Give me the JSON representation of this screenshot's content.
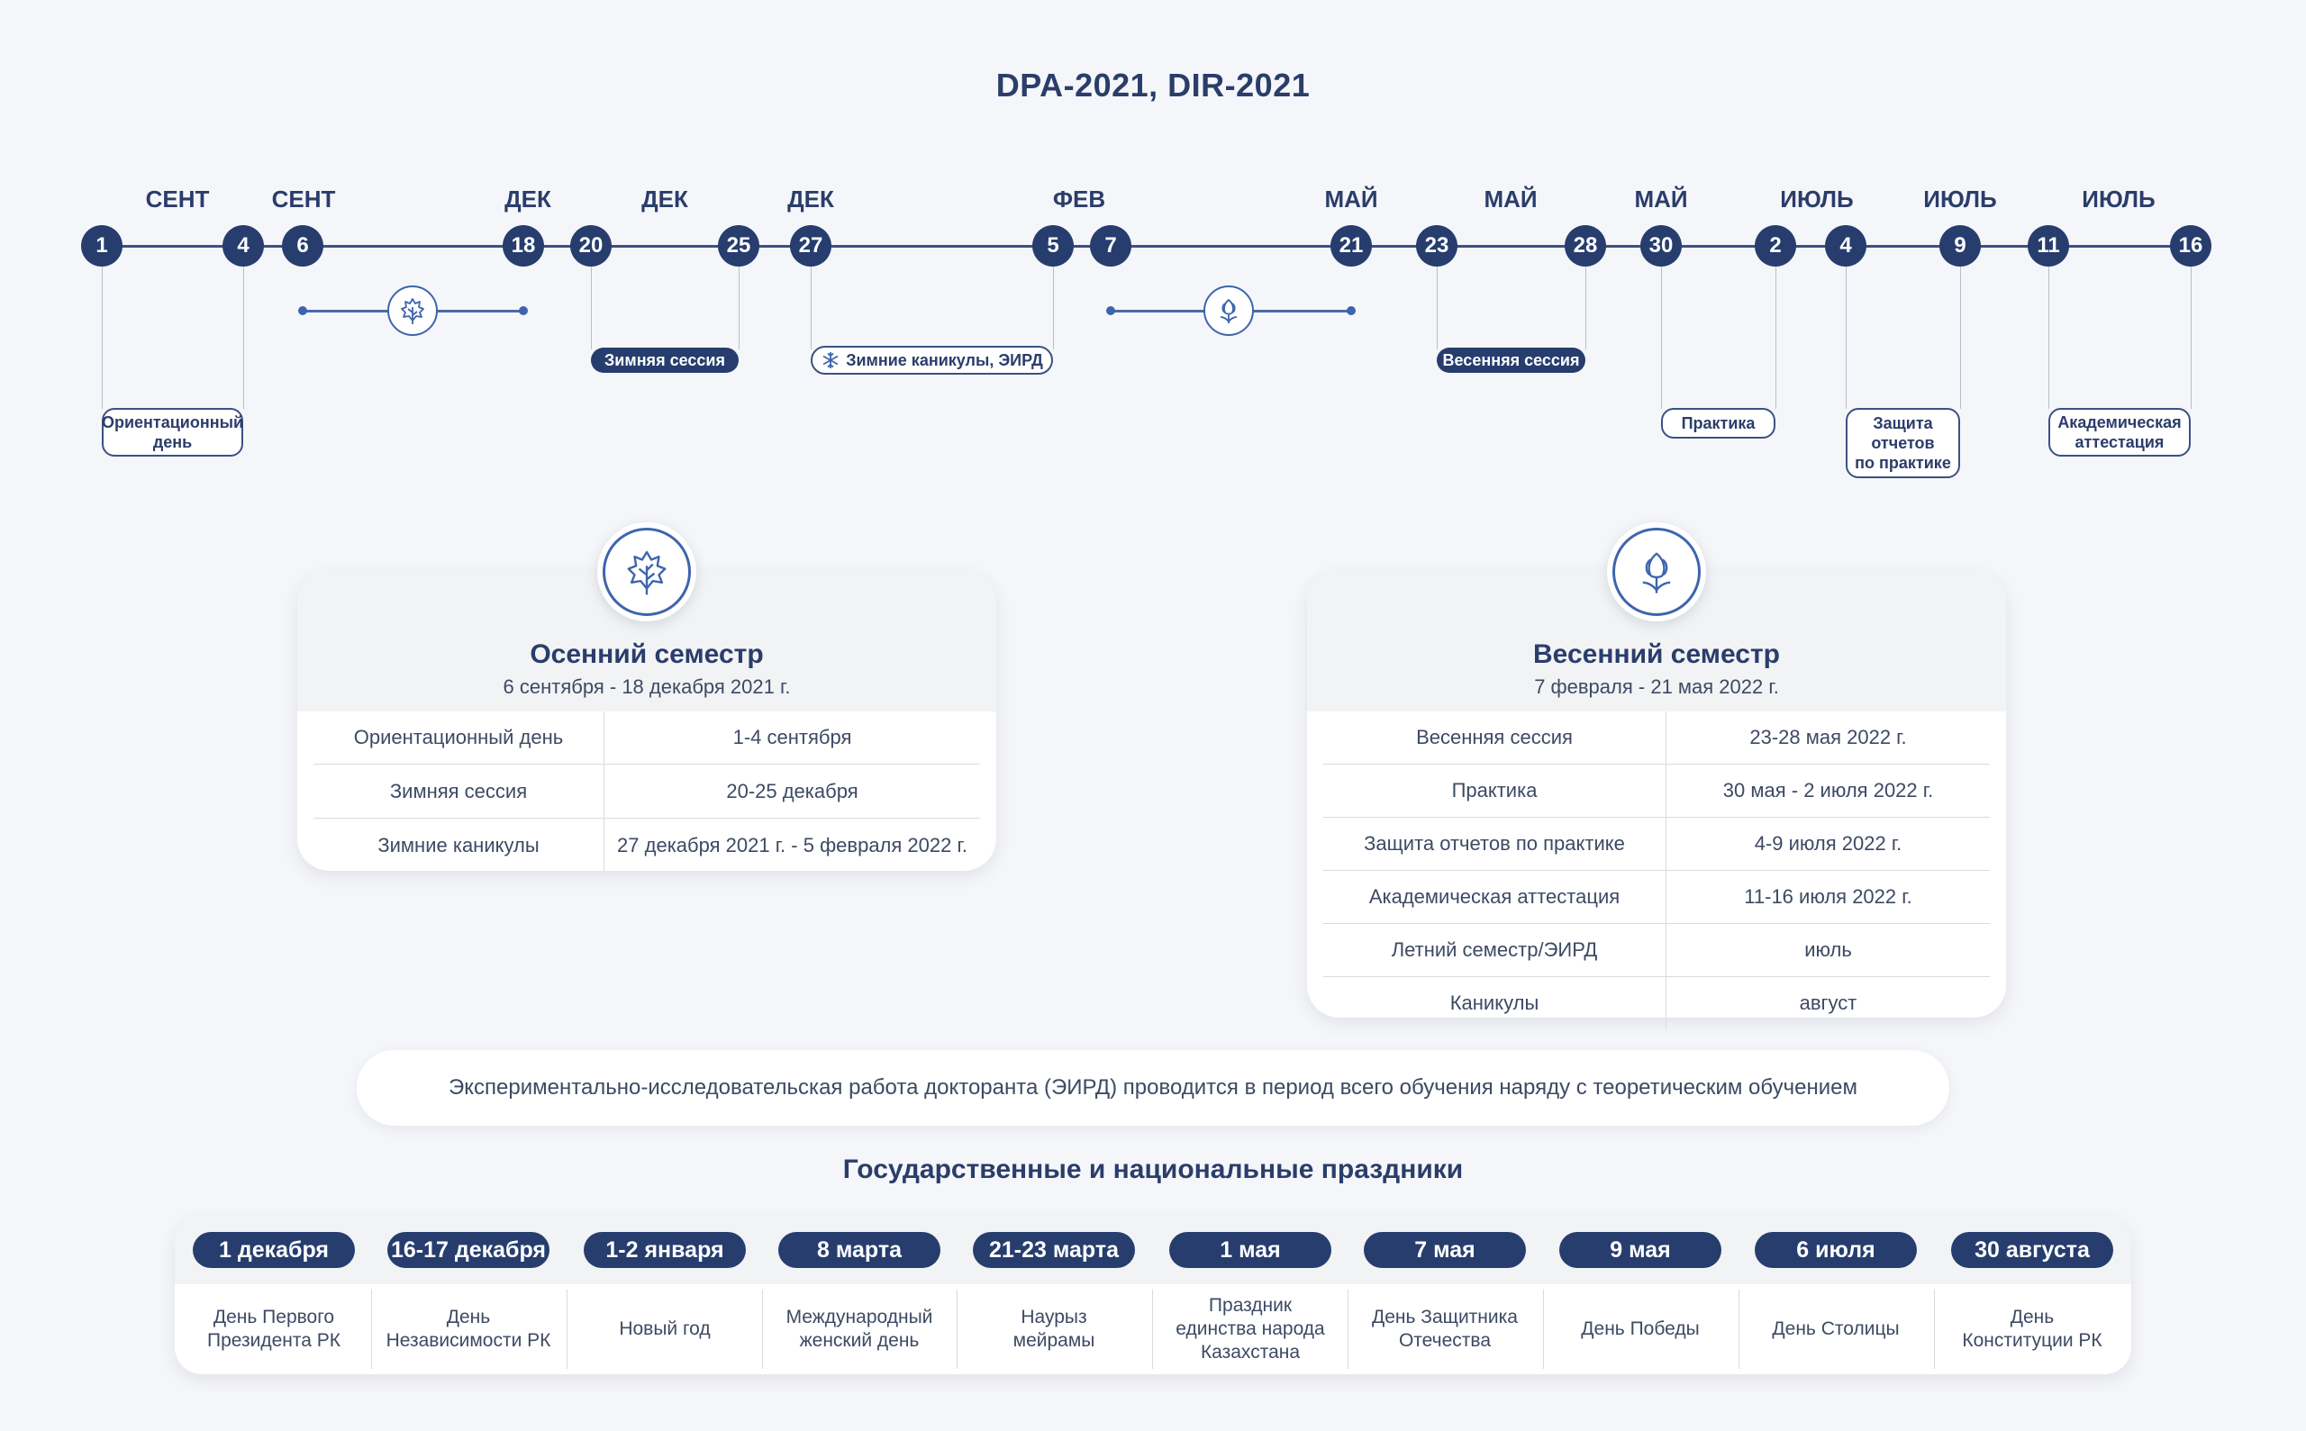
{
  "title": "DPA-2021, DIR-2021",
  "timeline": {
    "months": [
      "СЕНТ",
      "СЕНТ",
      "ДЕК",
      "ДЕК",
      "ДЕК",
      "ФЕВ",
      "МАЙ",
      "МАЙ",
      "МАЙ",
      "ИЮЛЬ",
      "ИЮЛЬ",
      "ИЮЛЬ"
    ],
    "days": [
      "1",
      "4",
      "6",
      "18",
      "20",
      "25",
      "27",
      "5",
      "7",
      "21",
      "23",
      "28",
      "30",
      "2",
      "4",
      "9",
      "11",
      "16"
    ],
    "labels": {
      "orientation": "Ориентационный\nдень",
      "winter_session": "Зимняя сессия",
      "winter_break": "Зимние каникулы, ЭИРД",
      "spring_session": "Весенняя сессия",
      "practice": "Практика",
      "defense": "Защита\nотчетов\nпо практике",
      "attestation": "Академическая\nаттестация"
    },
    "icons": [
      "leaf-icon",
      "tulip-icon",
      "snowflake-icon"
    ]
  },
  "autumn": {
    "title": "Осенний семестр",
    "subtitle": "6 сентября - 18 декабря 2021 г.",
    "rows": [
      [
        "Ориентационный день",
        "1-4 сентября"
      ],
      [
        "Зимняя сессия",
        "20-25 декабря"
      ],
      [
        "Зимние каникулы",
        "27 декабря 2021 г. - 5 февраля 2022 г."
      ]
    ]
  },
  "spring": {
    "title": "Весенний семестр",
    "subtitle": "7 февраля - 21 мая 2022 г.",
    "rows": [
      [
        "Весенняя сессия",
        "23-28 мая 2022 г."
      ],
      [
        "Практика",
        "30 мая - 2 июля 2022 г."
      ],
      [
        "Защита отчетов по практике",
        "4-9 июля 2022 г."
      ],
      [
        "Академическая аттестация",
        "11-16 июля 2022 г."
      ],
      [
        "Летний семестр/ЭИРД",
        "июль"
      ],
      [
        "Каникулы",
        "август"
      ]
    ]
  },
  "note": "Экспериментально-исследовательская работа докторанта (ЭИРД) проводится в период всего обучения наряду с теоретическим обучением",
  "holidays": {
    "title": "Государственные и национальные праздники",
    "items": [
      {
        "date": "1 декабря",
        "name": "День Первого\nПрезидента РК"
      },
      {
        "date": "16-17 декабря",
        "name": "День\nНезависимости РК"
      },
      {
        "date": "1-2 января",
        "name": "Новый год"
      },
      {
        "date": "8 марта",
        "name": "Международный\nженский день"
      },
      {
        "date": "21-23 марта",
        "name": "Наурыз\nмейрамы"
      },
      {
        "date": "1 мая",
        "name": "Праздник\nединства народа\nКазахстана"
      },
      {
        "date": "7 мая",
        "name": "День Защитника\nОтечества"
      },
      {
        "date": "9 мая",
        "name": "День Победы"
      },
      {
        "date": "6 июля",
        "name": "День Столицы"
      },
      {
        "date": "30 августа",
        "name": "День\nКонституции РК"
      }
    ]
  },
  "colors": {
    "accent": "#263d6e",
    "line": "#3e64ad",
    "background": "#f5f6f9"
  }
}
